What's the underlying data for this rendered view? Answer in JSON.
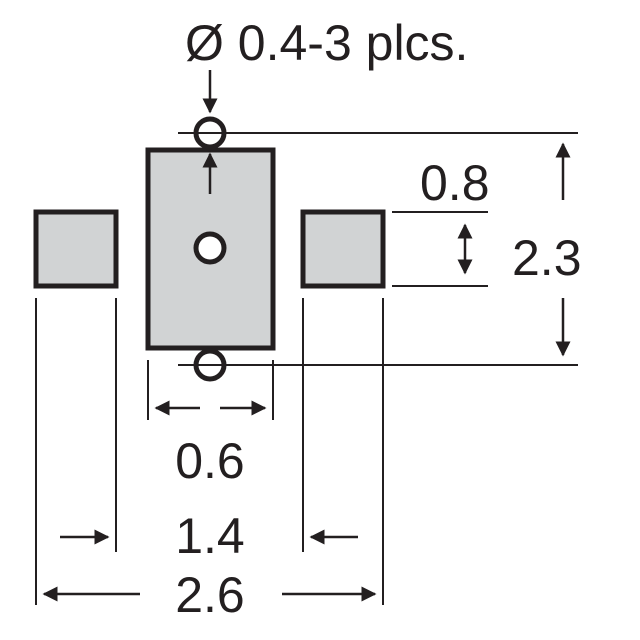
{
  "callout": {
    "hole_note": "Ø 0.4-3 plcs."
  },
  "dimensions": {
    "pad_height": "0.8",
    "overall_height": "2.3",
    "center_pad_width": "0.6",
    "inner_span": "1.4",
    "outer_span": "2.6"
  },
  "colors": {
    "pad_fill": "#d1d3d4",
    "outline": "#231f20",
    "background": "#ffffff"
  }
}
